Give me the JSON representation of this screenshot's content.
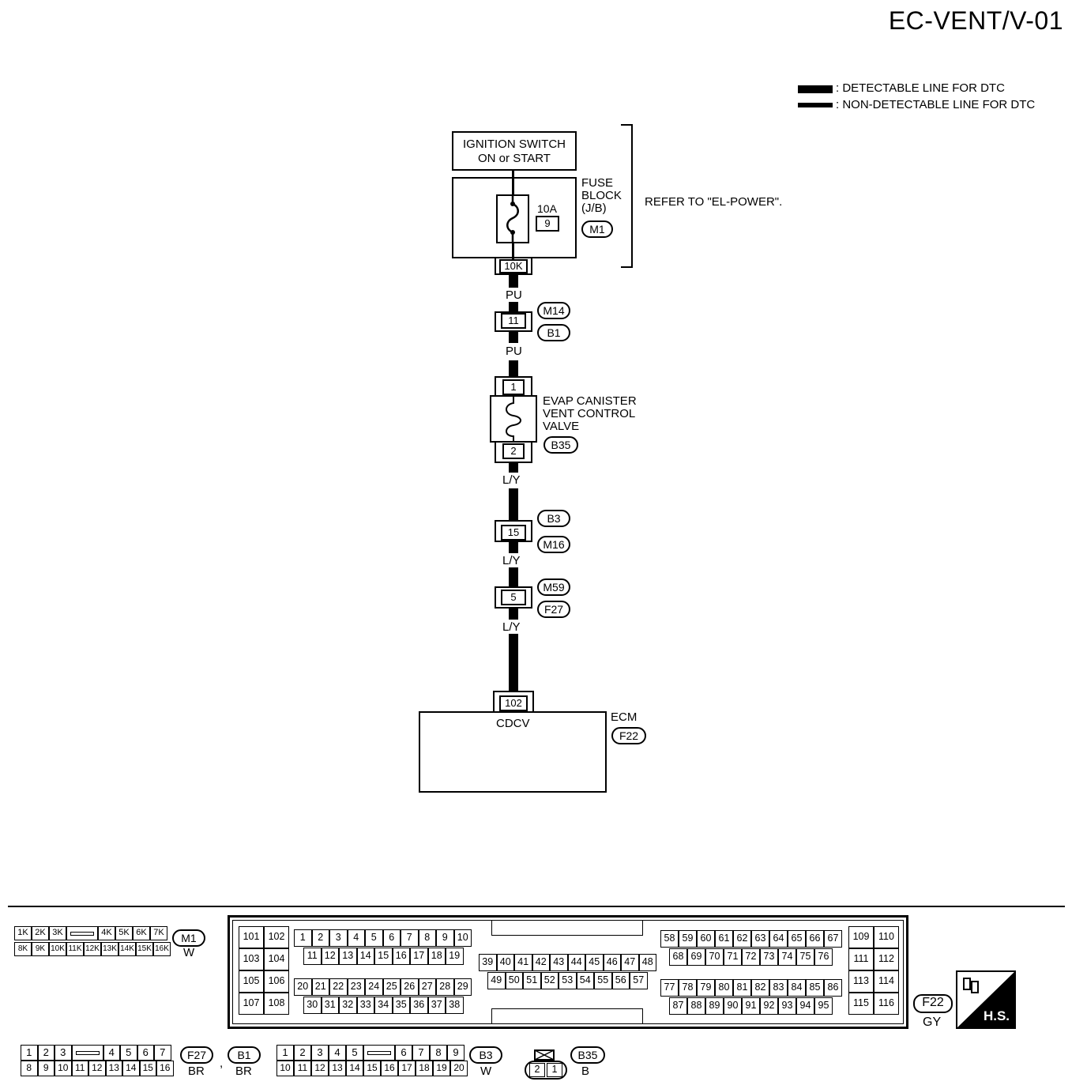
{
  "page_id": "EC-VENT/V-01",
  "legend": {
    "detectable": ": DETECTABLE LINE FOR DTC",
    "non_detectable": ": NON-DETECTABLE LINE FOR DTC"
  },
  "ignition": {
    "line1": "IGNITION SWITCH",
    "line2": "ON or START"
  },
  "fuse_block": {
    "label1": "FUSE",
    "label2": "BLOCK",
    "label3": "(J/B)",
    "connector": "M1",
    "amp": "10A",
    "fuse_no": "9",
    "terminal": "10K"
  },
  "refer": "REFER TO \"EL-POWER\".",
  "wires": {
    "w1": "PU",
    "w2": "PU",
    "w3": "L/Y",
    "w4": "L/Y",
    "w5": "L/Y"
  },
  "junctions": [
    {
      "pin": "11",
      "top": "M14",
      "bottom": "B1"
    },
    {
      "pin": "15",
      "top": "B3",
      "bottom": "M16"
    },
    {
      "pin": "5",
      "top": "M59",
      "bottom": "F27"
    }
  ],
  "valve": {
    "line1": "EVAP CANISTER",
    "line2": "VENT CONTROL",
    "line3": "VALVE",
    "connector": "B35",
    "pin_top": "1",
    "pin_bottom": "2"
  },
  "ecm": {
    "label": "ECM",
    "connector": "F22",
    "terminal": "102",
    "signal": "CDCV"
  },
  "connectors": {
    "m1": {
      "row1": [
        "1K",
        "2K",
        "3K",
        "",
        "4K",
        "5K",
        "6K",
        "7K"
      ],
      "row2": [
        "8K",
        "9K",
        "10K",
        "11K",
        "12K",
        "13K",
        "14K",
        "15K",
        "16K"
      ],
      "id": "M1",
      "color": "W"
    },
    "f22": {
      "block_a": [
        "101",
        "102",
        "103",
        "104",
        "105",
        "106",
        "107",
        "108"
      ],
      "row_a1": [
        "1",
        "2",
        "3",
        "4",
        "5",
        "6",
        "7",
        "8",
        "9",
        "10"
      ],
      "row_a2": [
        "11",
        "12",
        "13",
        "14",
        "15",
        "16",
        "17",
        "18",
        "19"
      ],
      "row_a3": [
        "20",
        "21",
        "22",
        "23",
        "24",
        "25",
        "26",
        "27",
        "28",
        "29"
      ],
      "row_a4": [
        "30",
        "31",
        "32",
        "33",
        "34",
        "35",
        "36",
        "37",
        "38"
      ],
      "row_b1": [
        "39",
        "40",
        "41",
        "42",
        "43",
        "44",
        "45",
        "46",
        "47",
        "48"
      ],
      "row_b2": [
        "49",
        "50",
        "51",
        "52",
        "53",
        "54",
        "55",
        "56",
        "57"
      ],
      "row_c1": [
        "58",
        "59",
        "60",
        "61",
        "62",
        "63",
        "64",
        "65",
        "66",
        "67"
      ],
      "row_c2": [
        "68",
        "69",
        "70",
        "71",
        "72",
        "73",
        "74",
        "75",
        "76"
      ],
      "row_c3": [
        "77",
        "78",
        "79",
        "80",
        "81",
        "82",
        "83",
        "84",
        "85",
        "86"
      ],
      "row_c4": [
        "87",
        "88",
        "89",
        "90",
        "91",
        "92",
        "93",
        "94",
        "95"
      ],
      "block_d": [
        "109",
        "110",
        "111",
        "112",
        "113",
        "114",
        "115",
        "116"
      ],
      "id": "F22",
      "color": "GY"
    },
    "f27": {
      "row1": [
        "1",
        "2",
        "3",
        "",
        "4",
        "5",
        "6",
        "7"
      ],
      "row2": [
        "8",
        "9",
        "10",
        "11",
        "12",
        "13",
        "14",
        "15",
        "16"
      ],
      "id": "F27",
      "color": "BR"
    },
    "b1": {
      "id": "B1",
      "color": "BR"
    },
    "b3": {
      "row1": [
        "1",
        "2",
        "3",
        "4",
        "5",
        "",
        "6",
        "7",
        "8",
        "9"
      ],
      "row2": [
        "10",
        "11",
        "12",
        "13",
        "14",
        "15",
        "16",
        "17",
        "18",
        "19",
        "20"
      ],
      "id": "B3",
      "color": "W"
    },
    "b35": {
      "pins": [
        "2",
        "1"
      ],
      "id": "B35",
      "color": "B"
    }
  },
  "hs_badge": "H.S."
}
